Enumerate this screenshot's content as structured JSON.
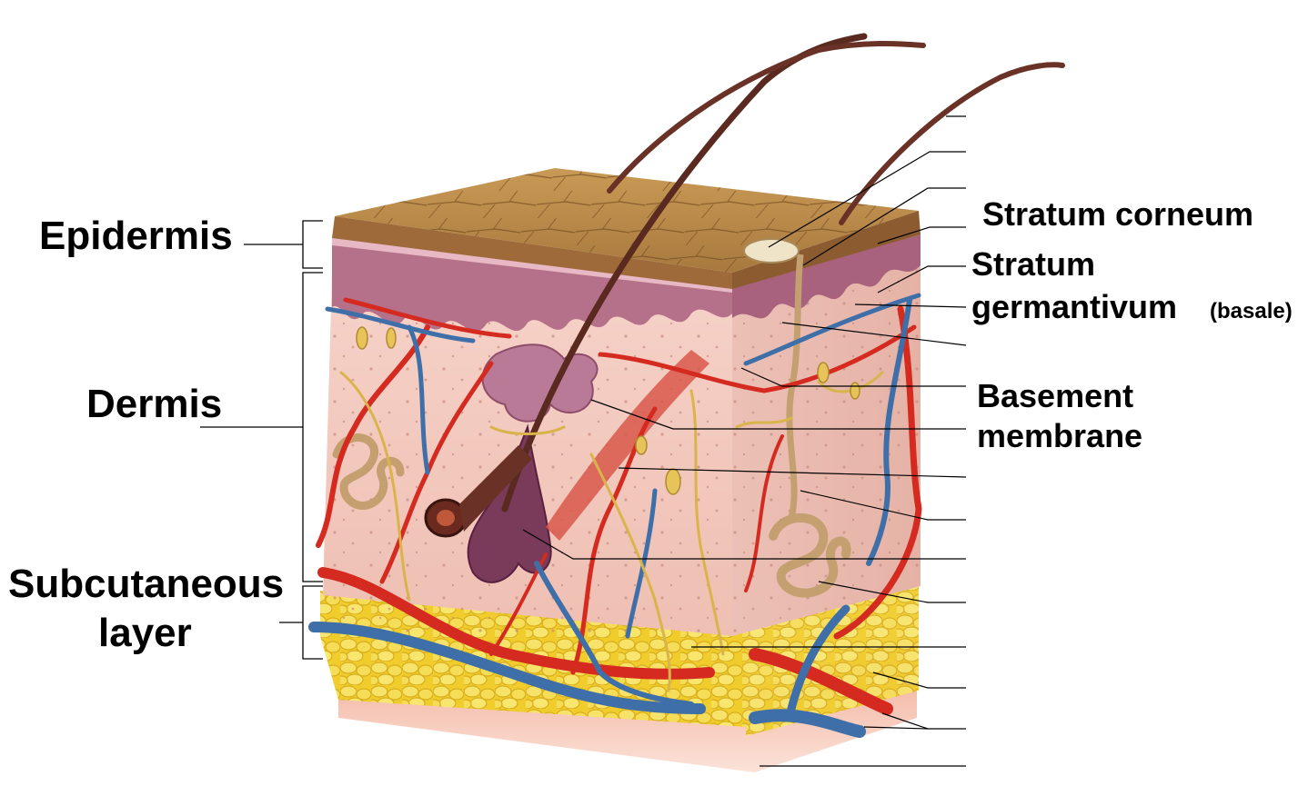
{
  "labels": {
    "epidermis": "Epidermis",
    "dermis": "Dermis",
    "subcutaneous_line1": "Subcutaneous",
    "subcutaneous_line2": "layer",
    "stratum_corneum": "Stratum corneum",
    "stratum_germ_line1": "Stratum",
    "stratum_germ_line2": "germantivum",
    "stratum_germ_note": "(basale)",
    "basement_line1": "Basement",
    "basement_line2": "membrane"
  },
  "colors": {
    "surface": "#b8894a",
    "epidermis_layer": "#b06a85",
    "dermis": "#f2c6bd",
    "fat": "#f2d23a",
    "artery": "#d42a20",
    "vein": "#3f6fa8",
    "nerve": "#d9b44a",
    "hair": "#5a2a20"
  }
}
